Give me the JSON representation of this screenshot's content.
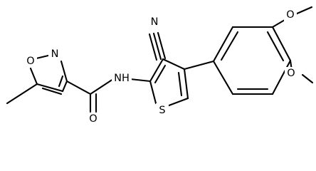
{
  "molecule": {
    "atoms": {
      "nitrile_n": "N",
      "amide_nh": "NH",
      "amide_o": "O",
      "isoxazole_n": "N",
      "isoxazole_o": "O",
      "thiophene_s": "S",
      "methoxy_o_top": "O",
      "methoxy_o_bottom": "O"
    },
    "colors": {
      "bond": "#000000",
      "text": "#000000",
      "background": "#ffffff"
    }
  }
}
